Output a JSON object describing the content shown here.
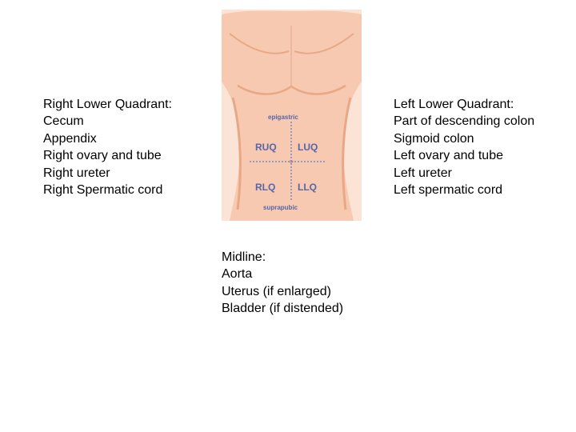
{
  "right_lower_quadrant": {
    "heading": "Right Lower Quadrant:",
    "items": [
      "Cecum",
      "Appendix",
      "Right ovary and tube",
      "Right ureter",
      "Right Spermatic cord"
    ]
  },
  "left_lower_quadrant": {
    "heading": "Left Lower Quadrant:",
    "items": [
      "Part of descending colon",
      "Sigmoid colon",
      "Left ovary and tube",
      "Left ureter",
      "Left spermatic cord"
    ]
  },
  "midline": {
    "heading": "Midline:",
    "items": [
      "Aorta",
      "Uterus (if enlarged)",
      "Bladder (if distended)"
    ]
  },
  "torso_image": {
    "labels": {
      "epigastric": "epigastric",
      "ruq": "RUQ",
      "luq": "LUQ",
      "rlq": "RLQ",
      "llq": "LLQ",
      "suprapubic": "suprapubic"
    },
    "colors": {
      "skin": "#f7c9b0",
      "skin_shadow": "#e8a888",
      "label": "#5566aa",
      "divider": "#7788cc"
    }
  }
}
